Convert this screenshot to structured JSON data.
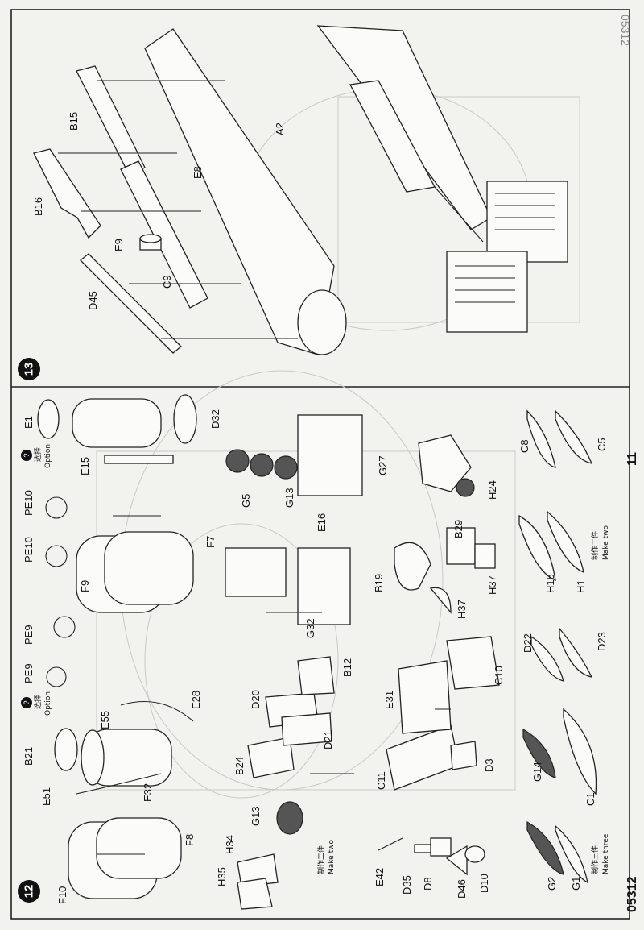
{
  "page": {
    "catalog_number": "05312",
    "page_number": "11",
    "watermark_code": "05312"
  },
  "step12": {
    "number": "12",
    "labels": [
      "F10",
      "F8",
      "E51",
      "B21",
      "E32",
      "E55",
      "E28",
      "PE9",
      "PE9",
      "PE10",
      "PE10",
      "F9",
      "F7",
      "E15",
      "E1",
      "D32",
      "H35",
      "H34",
      "G13",
      "B24",
      "D20",
      "D21",
      "B12",
      "G32",
      "E16",
      "G5",
      "G13",
      "C11",
      "E31",
      "D3",
      "C10",
      "B19",
      "H37",
      "H37",
      "B29",
      "G27",
      "H24",
      "E42",
      "D35",
      "D8",
      "D46",
      "D10",
      "G2",
      "G1",
      "G14",
      "C1",
      "D22",
      "D23",
      "H15",
      "H1",
      "C8",
      "C5"
    ],
    "option_badge_left": {
      "mark": "?",
      "cn": "选择",
      "en": "Option"
    },
    "option_badge_right": {
      "mark": "?",
      "cn": "选择",
      "en": "Option"
    },
    "make_two_1": {
      "cn": "制作二件",
      "en": "Make two"
    },
    "make_three": {
      "cn": "制作三件",
      "en": "Make three"
    },
    "make_two_2": {
      "cn": "制作二件",
      "en": "Make two"
    }
  },
  "step13": {
    "number": "13",
    "labels": [
      "D45",
      "B16",
      "B15",
      "E9",
      "C9",
      "E8",
      "A2"
    ]
  }
}
